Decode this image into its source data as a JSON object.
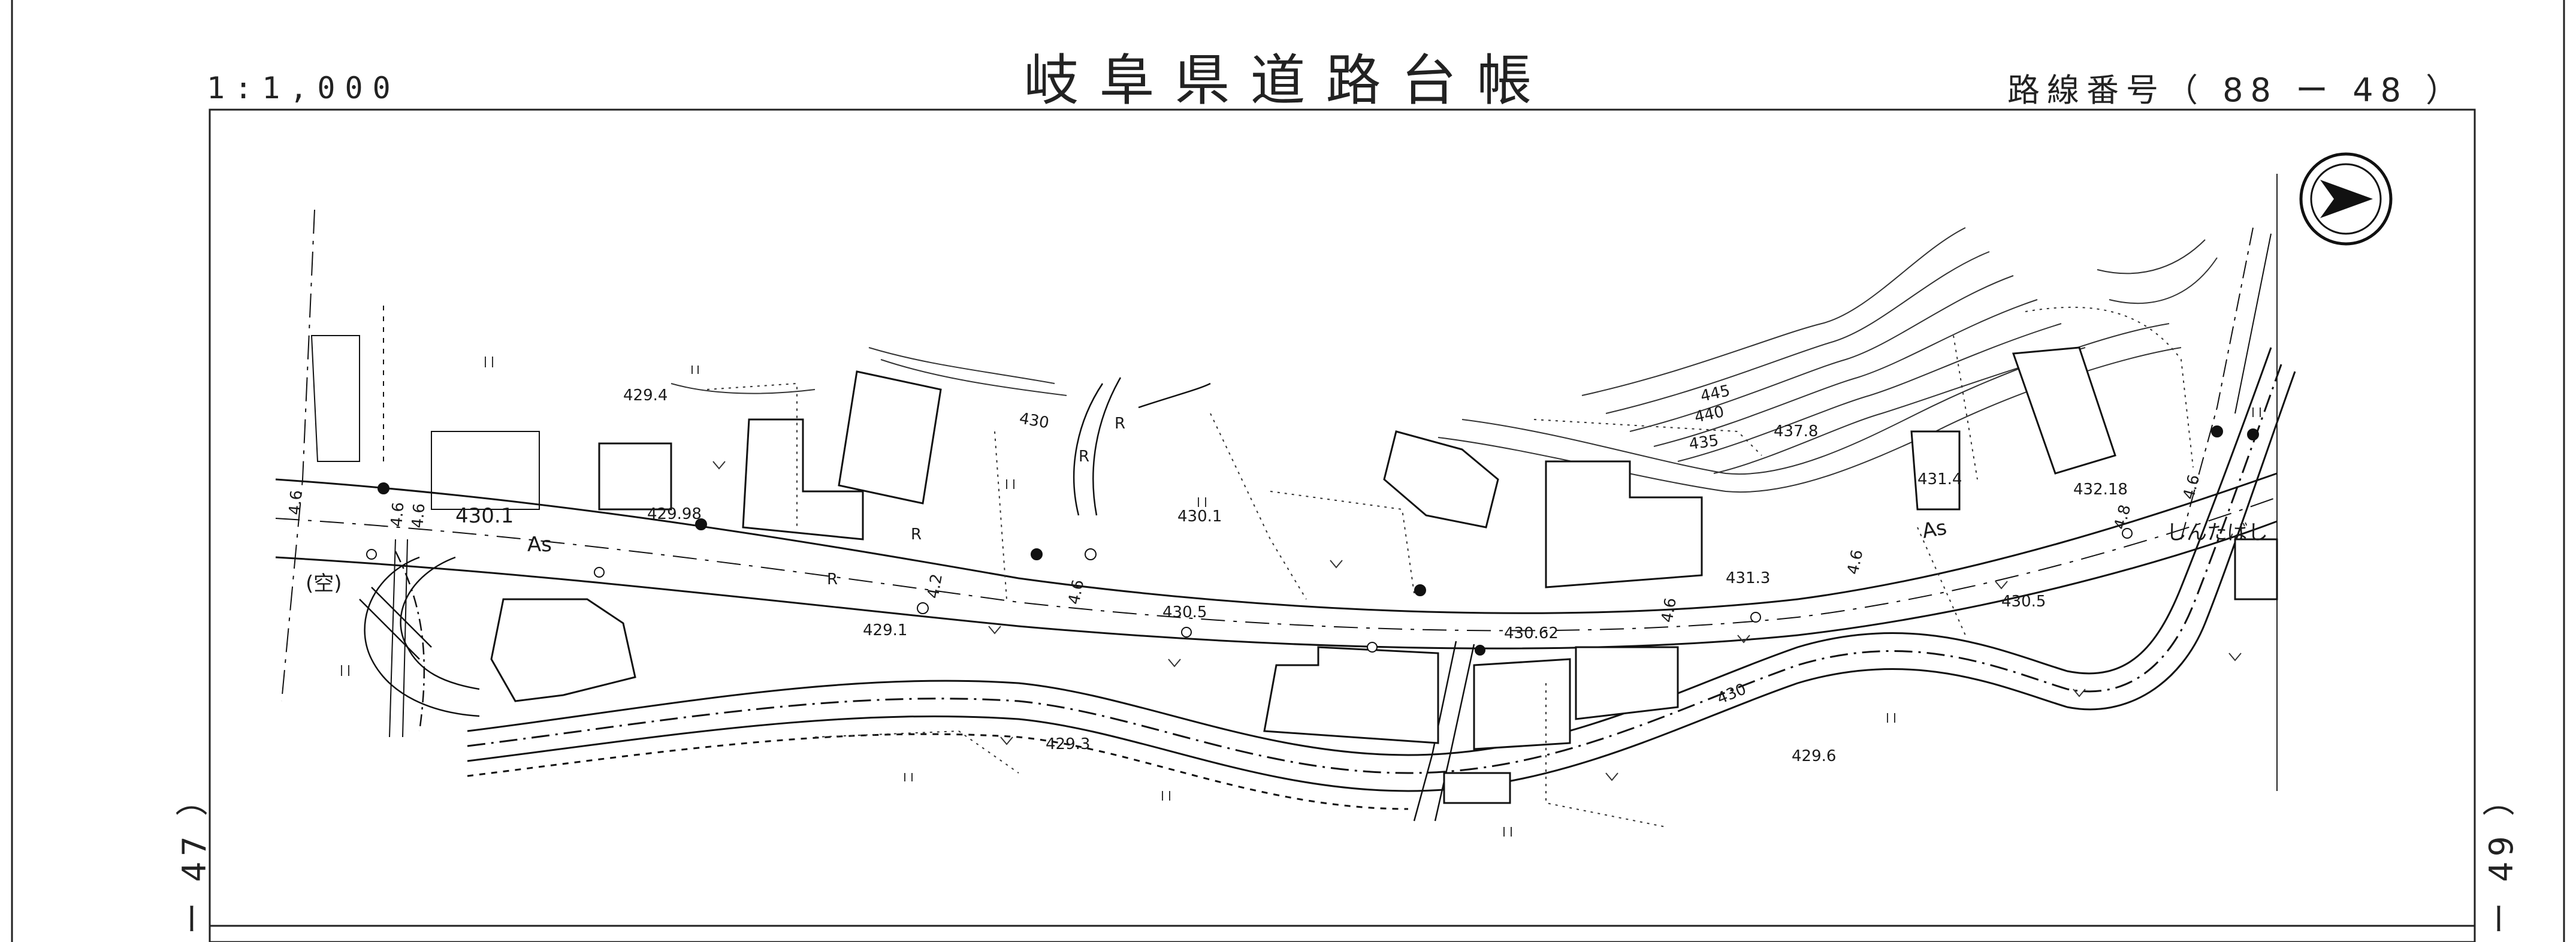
{
  "header": {
    "title": "岐阜県道路台帳",
    "scale": "1:1,000",
    "route_number": "路線番号（ 88 ー 48 ）"
  },
  "sheet_refs": {
    "previous": "ー 47 ）",
    "next": "ー 49 ）"
  },
  "map": {
    "elevation_labels": [
      {
        "id": "e1",
        "text": "429.4"
      },
      {
        "id": "e2",
        "text": "430.1"
      },
      {
        "id": "e3",
        "text": "429.98"
      },
      {
        "id": "e4",
        "text": "430.1"
      },
      {
        "id": "e5",
        "text": "429.1"
      },
      {
        "id": "e6",
        "text": "430.5"
      },
      {
        "id": "e7",
        "text": "430.62"
      },
      {
        "id": "e8",
        "text": "429.3"
      },
      {
        "id": "e9",
        "text": "431.3"
      },
      {
        "id": "e10",
        "text": "431.4"
      },
      {
        "id": "e11",
        "text": "432.18"
      },
      {
        "id": "e12",
        "text": "430.5"
      },
      {
        "id": "e13",
        "text": "429.6"
      },
      {
        "id": "e14",
        "text": "437.8"
      }
    ],
    "contour_labels": [
      {
        "id": "c1",
        "text": "445"
      },
      {
        "id": "c2",
        "text": "440"
      },
      {
        "id": "c3",
        "text": "435"
      },
      {
        "id": "c4",
        "text": "430"
      },
      {
        "id": "c5",
        "text": "430"
      }
    ],
    "surface_labels": [
      {
        "id": "as1",
        "text": "As"
      },
      {
        "id": "as2",
        "text": "As"
      }
    ],
    "other_labels": [
      {
        "id": "o1",
        "text": "(空)"
      },
      {
        "id": "o2",
        "text": "R"
      },
      {
        "id": "o3",
        "text": "R"
      },
      {
        "id": "o4",
        "text": "R"
      },
      {
        "id": "o5",
        "text": "R"
      },
      {
        "id": "o6",
        "text": "しんたばし"
      }
    ],
    "width_labels": [
      {
        "id": "w1",
        "text": "4.6"
      },
      {
        "id": "w2",
        "text": "4.6"
      },
      {
        "id": "w3",
        "text": "4.6"
      },
      {
        "id": "w4",
        "text": "4.2"
      },
      {
        "id": "w5",
        "text": "4.6"
      },
      {
        "id": "w6",
        "text": "4.6"
      },
      {
        "id": "w7",
        "text": "4.6"
      },
      {
        "id": "w8",
        "text": "4.8"
      },
      {
        "id": "w9",
        "text": "4.6"
      }
    ],
    "north_arrow": "north-arrow-icon"
  }
}
